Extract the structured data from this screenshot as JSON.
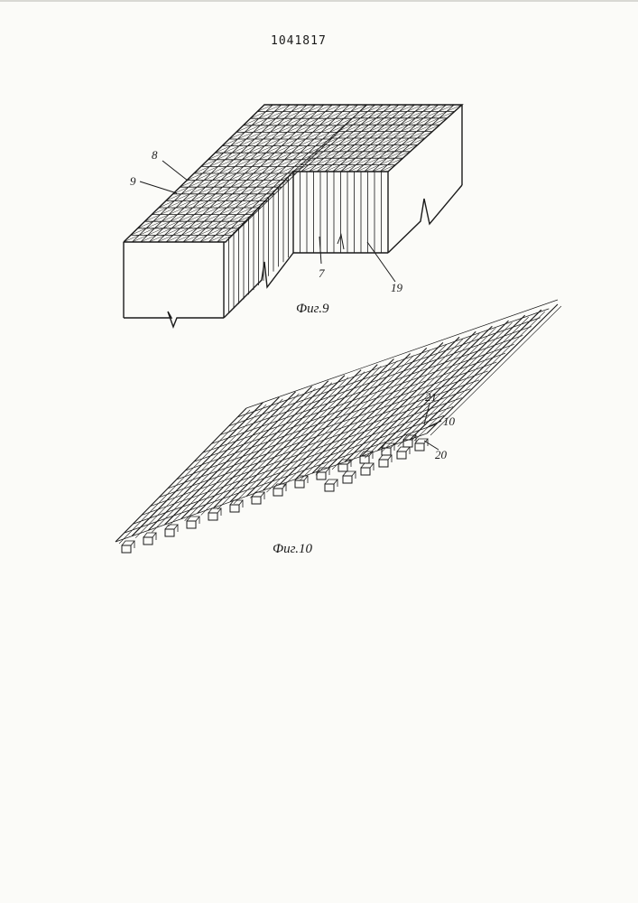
{
  "header": {
    "patent_number": "1041817"
  },
  "figure9": {
    "caption": "Фиг.9",
    "labels": {
      "ref8": "8",
      "ref9": "9",
      "ref7": "7",
      "ref19": "19"
    }
  },
  "figure10": {
    "caption": "Фиг.10",
    "labels": {
      "ref21": "21",
      "ref10": "10",
      "ref20": "20"
    }
  },
  "colors": {
    "ink": "#1a1a1a",
    "paper": "#fbfbf8"
  }
}
